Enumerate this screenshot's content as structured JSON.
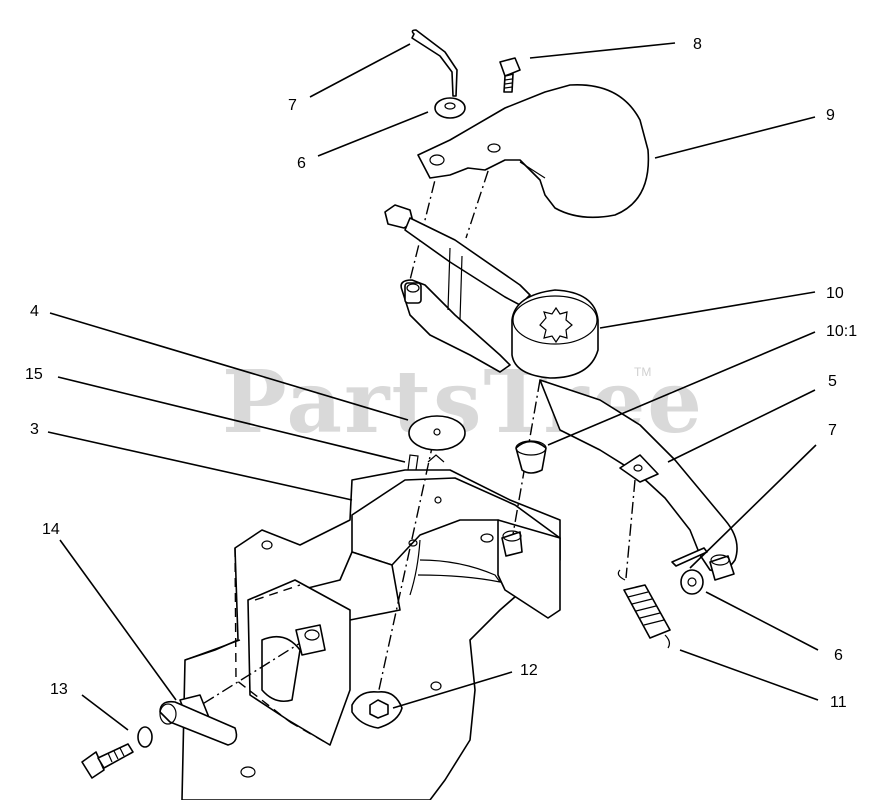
{
  "diagram": {
    "watermark": "PartsTree",
    "trademark": "TM",
    "callouts": [
      {
        "id": "c7a",
        "text": "7"
      },
      {
        "id": "c8",
        "text": "8"
      },
      {
        "id": "c6a",
        "text": "6"
      },
      {
        "id": "c9",
        "text": "9"
      },
      {
        "id": "c10",
        "text": "10"
      },
      {
        "id": "c4",
        "text": "4"
      },
      {
        "id": "c101",
        "text": "10:1"
      },
      {
        "id": "c15",
        "text": "15"
      },
      {
        "id": "c5",
        "text": "5"
      },
      {
        "id": "c3",
        "text": "3"
      },
      {
        "id": "c7b",
        "text": "7"
      },
      {
        "id": "c14",
        "text": "14"
      },
      {
        "id": "c12",
        "text": "12"
      },
      {
        "id": "c6b",
        "text": "6"
      },
      {
        "id": "c13",
        "text": "13"
      },
      {
        "id": "c11",
        "text": "11"
      }
    ]
  }
}
